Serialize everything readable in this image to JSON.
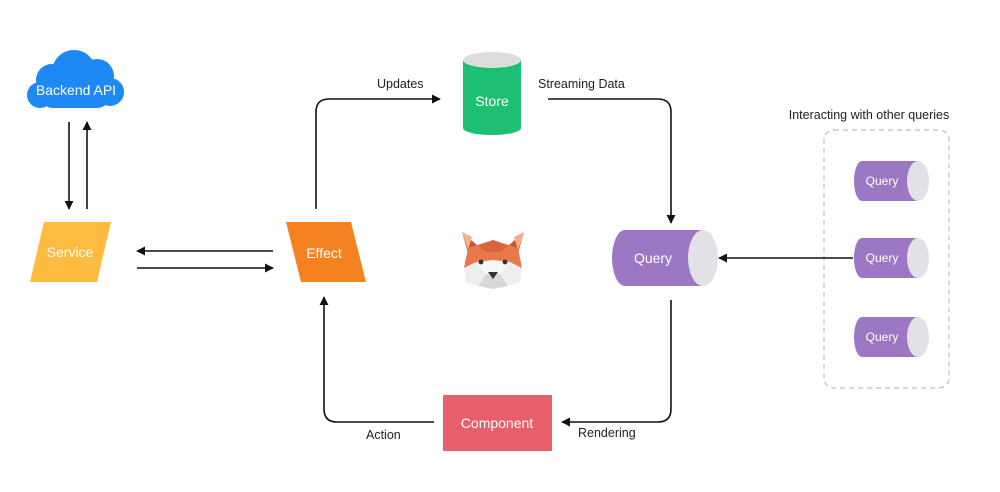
{
  "nodes": {
    "backend": "Backend API",
    "service": "Service",
    "effect": "Effect",
    "store": "Store",
    "query": "Query",
    "component": "Component"
  },
  "edges": {
    "updates": "Updates",
    "streaming": "Streaming Data",
    "rendering": "Rendering",
    "action": "Action"
  },
  "group": {
    "title": "Interacting with other queries",
    "items": [
      "Query",
      "Query",
      "Query"
    ]
  },
  "colors": {
    "backend": "#1e88f5",
    "service": "#fdbb40",
    "effect": "#f58220",
    "store": "#1dbf73",
    "query": "#9b77c4",
    "query_cap": "#e2e2e6",
    "component": "#e65f6b",
    "group_border": "#bdbdbd"
  },
  "icons": {
    "mascot": "akita-dog-head-icon"
  }
}
